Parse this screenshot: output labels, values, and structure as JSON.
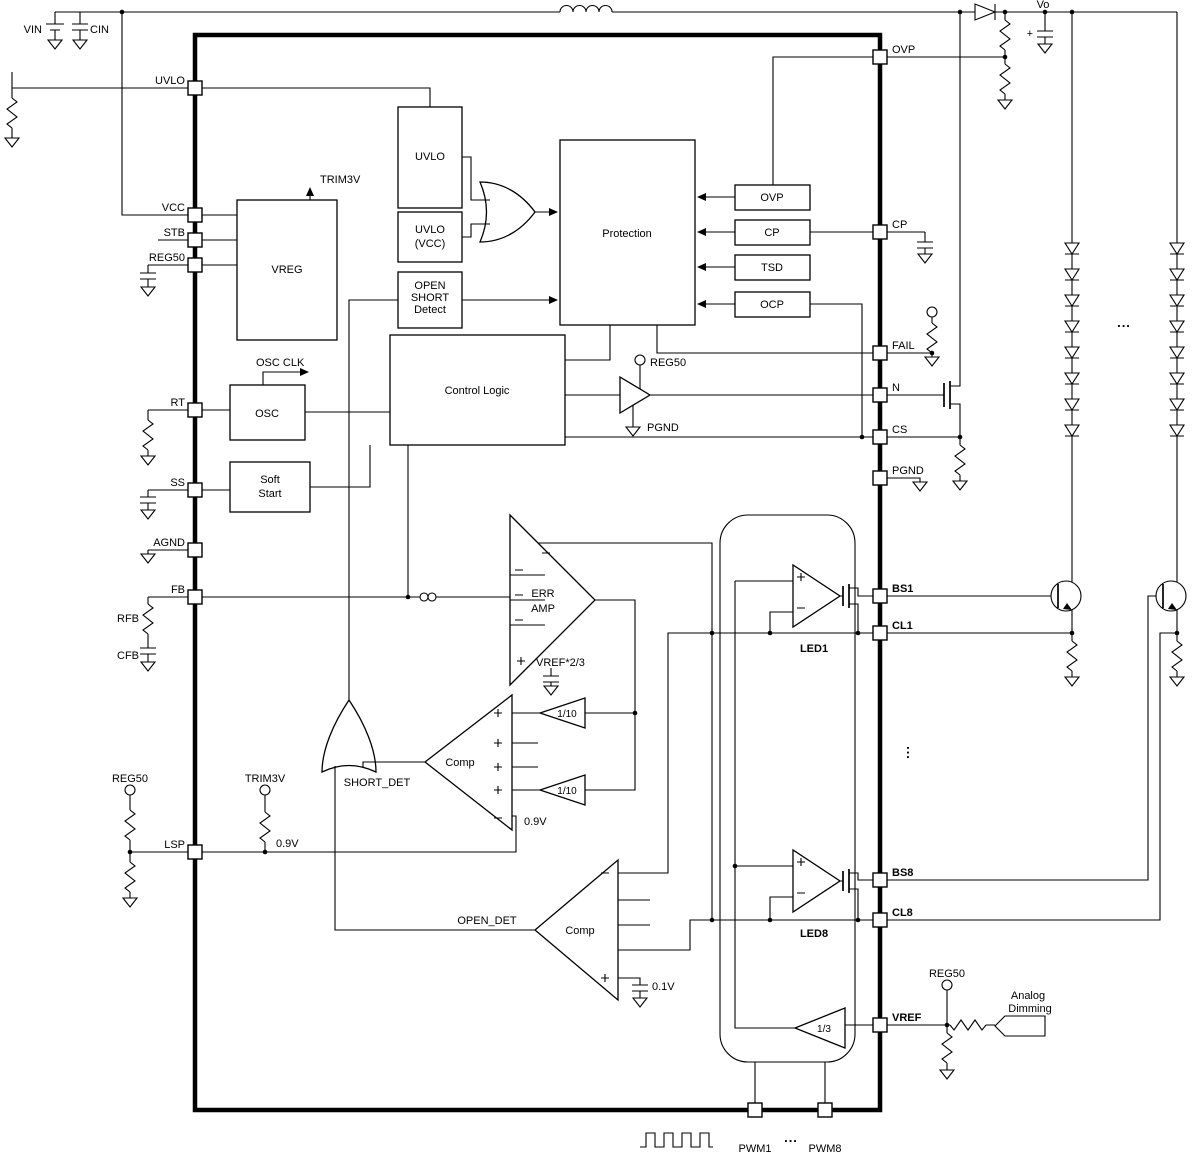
{
  "pins": {
    "left": [
      "UVLO",
      "VCC",
      "STB",
      "REG50",
      "RT",
      "SS",
      "AGND",
      "FB",
      "LSP"
    ],
    "right": [
      "OVP",
      "CP",
      "FAIL",
      "N",
      "CS",
      "PGND",
      "BS1",
      "CL1",
      "BS8",
      "CL8",
      "VREF"
    ],
    "bottom": [
      "PWM1",
      "PWM8"
    ]
  },
  "blocks": {
    "vreg": "VREG",
    "uvlo": "UVLO",
    "uvlo_vcc": [
      "UVLO",
      "(VCC)"
    ],
    "open_short_detect": [
      "OPEN",
      "SHORT",
      "Detect"
    ],
    "protection": "Protection",
    "control_logic": "Control Logic",
    "osc": "OSC",
    "soft_start": [
      "Soft",
      "Start"
    ],
    "ovp": "OVP",
    "cp": "CP",
    "tsd": "TSD",
    "ocp": "OCP"
  },
  "analog": {
    "err_amp": [
      "ERR",
      "AMP"
    ],
    "short_comp": "Comp",
    "open_comp": "Comp",
    "att_short_1": "1/10",
    "att_short_2": "1/10",
    "vref_div": "1/3",
    "led1": "LED1",
    "led8": "LED8"
  },
  "labels": {
    "vin": "VIN",
    "cin": "CIN",
    "vo": "Vo",
    "cap_plus": "+",
    "trim3v": "TRIM3V",
    "osc_clk": "OSC CLK",
    "reg50_driver": "REG50",
    "pgnd_driver": "PGND",
    "vref_2_3": "VREF*2/3",
    "short_det": "SHORT_DET",
    "open_det": "OPEN_DET",
    "v09_lsp": "0.9V",
    "v09_comp": "0.9V",
    "v01_open": "0.1V",
    "reg50_lsp": "REG50",
    "trim3v_lsp": "TRIM3V",
    "reg50_vref": "REG50",
    "analog_dimming": [
      "Analog",
      "Dimming"
    ],
    "rfb": "RFB",
    "cfb": "CFB",
    "dots_led": "...",
    "dots_pwm": "...",
    "dots_channels": "..."
  }
}
